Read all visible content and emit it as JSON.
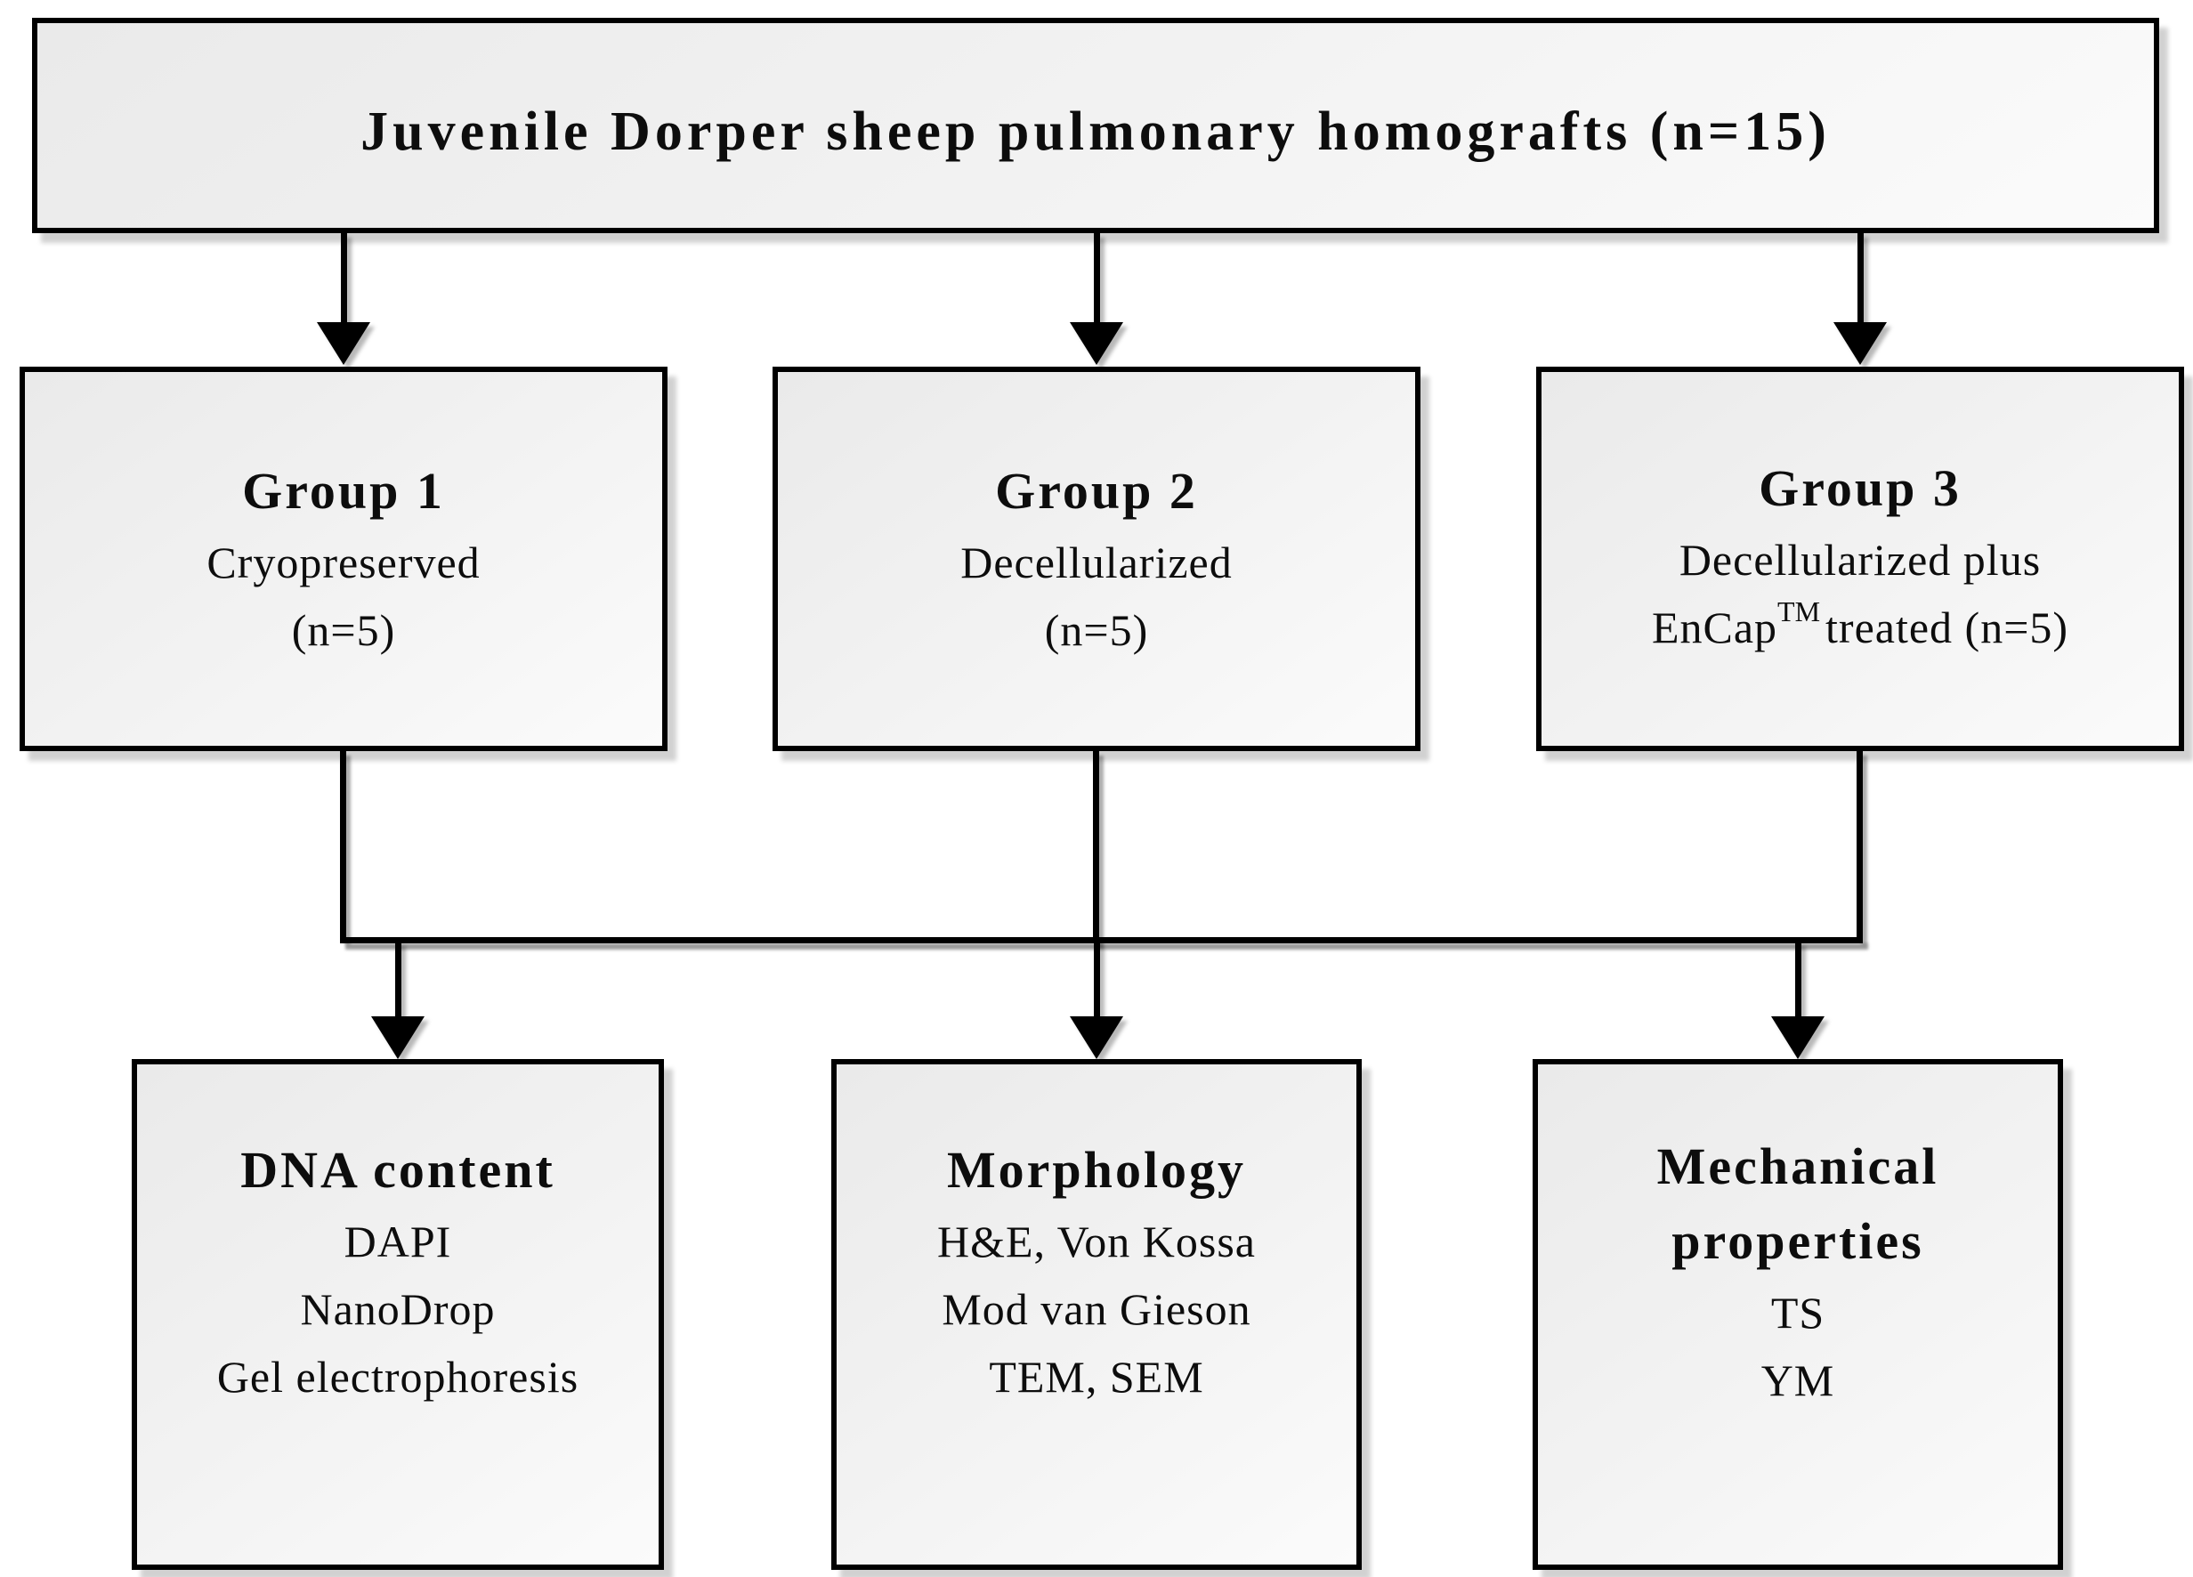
{
  "figure": {
    "root": {
      "label": "Juvenile Dorper sheep pulmonary homografts (n=15)"
    },
    "groups": [
      {
        "heading": "Group 1",
        "line1": "Cryopreserved",
        "line2": "(n=5)"
      },
      {
        "heading": "Group 2",
        "line1": "Decellularized",
        "line2": "(n=5)"
      },
      {
        "heading": "Group 3",
        "line1": "Decellularized plus",
        "line2_pre": "EnCap",
        "line2_sup": "TM",
        "line2_post": "treated (n=5)"
      }
    ],
    "outcomes": [
      {
        "heading": "DNA content",
        "lines": [
          "DAPI",
          "NanoDrop",
          "Gel electrophoresis"
        ]
      },
      {
        "heading": "Morphology",
        "lines": [
          "H&E, Von Kossa",
          "Mod van Gieson",
          "TEM, SEM"
        ]
      },
      {
        "heading": "Mechanical properties",
        "lines": [
          "TS",
          "YM"
        ]
      }
    ],
    "colors": {
      "background": "#ffffff",
      "node_border": "#000000",
      "node_fill_top": "#eaeaea",
      "node_fill_bottom": "#fbfbfb",
      "connector": "#000000",
      "shadow": "#c9c9c9",
      "text": "#0d0d0d"
    }
  }
}
